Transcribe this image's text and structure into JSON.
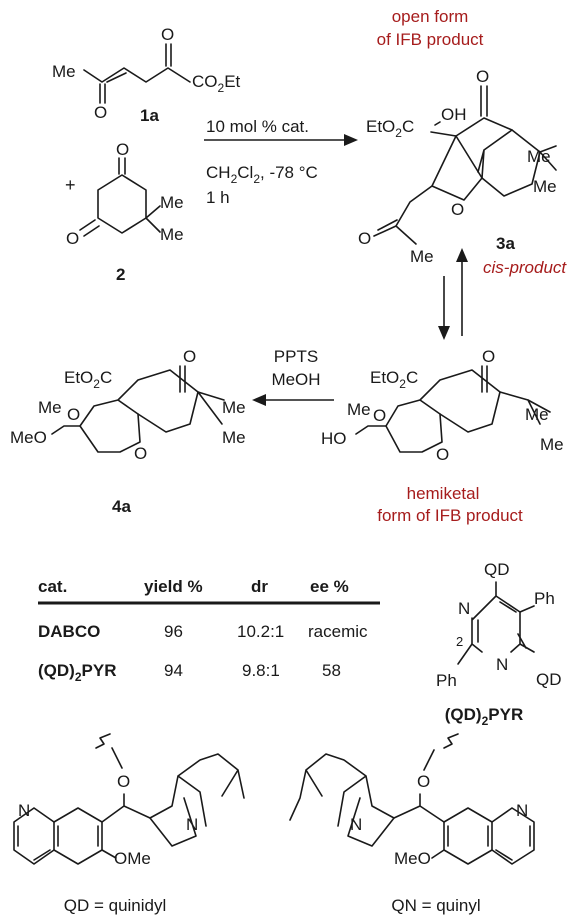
{
  "reaction": {
    "ketoester": {
      "me": "Me",
      "o_top": "O",
      "o_bottom": "O",
      "co2et": "CO",
      "co2et_sub": "2",
      "co2et_tail": "Et",
      "label": "1a"
    },
    "plus": "+",
    "dione": {
      "o_top": "O",
      "o_bottom": "O",
      "me1": "Me",
      "me2": "Me",
      "label": "2"
    },
    "conditions": {
      "catalyst": "10 mol % cat.",
      "solvent_pre": "CH",
      "solvent_sub1": "2",
      "solvent_mid": "Cl",
      "solvent_sub2": "2",
      "solvent_post": ", -78 °C",
      "time": "1 h"
    },
    "open_form": {
      "caption_line1": "open form",
      "caption_line2": "of IFB product",
      "eto2c_pre": "EtO",
      "eto2c_sub": "2",
      "eto2c_post": "C",
      "oh": "OH",
      "o_ketone": "O",
      "o_ring": "O",
      "o_acetone": "O",
      "me_a": "Me",
      "me_b": "Me",
      "me_c": "Me",
      "label": "3a",
      "subcaption": "cis-product"
    },
    "hemiketal": {
      "eto2c_pre": "EtO",
      "eto2c_sub": "2",
      "eto2c_post": "C",
      "me": "Me",
      "ho": "HO",
      "o_ring1": "O",
      "o_ring2": "O",
      "o_ketone": "O",
      "me_a": "Me",
      "me_b": "Me",
      "caption_line1": "hemiketal",
      "caption_line2": "form of IFB product"
    },
    "ketal": {
      "eto2c_pre": "EtO",
      "eto2c_sub": "2",
      "eto2c_post": "C",
      "me": "Me",
      "meo": "MeO",
      "o_ring1": "O",
      "o_ring2": "O",
      "o_ketone": "O",
      "me_a": "Me",
      "me_b": "Me",
      "label": "4a"
    },
    "reagents": {
      "line1": "PPTS",
      "line2": "MeOH"
    }
  },
  "table": {
    "headers": [
      "cat.",
      "yield %",
      "dr",
      "ee %"
    ],
    "rows": [
      {
        "cat": "DABCO",
        "cat_sub": "",
        "cat_tail": "",
        "yield": "96",
        "dr": "10.2:1",
        "ee": "racemic"
      },
      {
        "cat": "(QD)",
        "cat_sub": "2",
        "cat_tail": "PYR",
        "yield": "94",
        "dr": "9.8:1",
        "ee": "58"
      }
    ]
  },
  "pyr_catalyst": {
    "qd_top": "QD",
    "ph_right": "Ph",
    "n_top": "N",
    "n_bottom": "N",
    "position": "2",
    "ph_left": "Ph",
    "qd_right": "QD",
    "label_pre": "(QD)",
    "label_sub": "2",
    "label_post": "PYR"
  },
  "alkaloids": {
    "quinidyl": {
      "o": "O",
      "n_quinuclidine": "N",
      "n_quinoline": "N",
      "ome": "OMe",
      "caption": "QD = quinidyl"
    },
    "quinyl": {
      "o": "O",
      "n_quinuclidine": "N",
      "n_quinoline": "N",
      "meo": "MeO",
      "caption": "QN = quinyl"
    }
  }
}
